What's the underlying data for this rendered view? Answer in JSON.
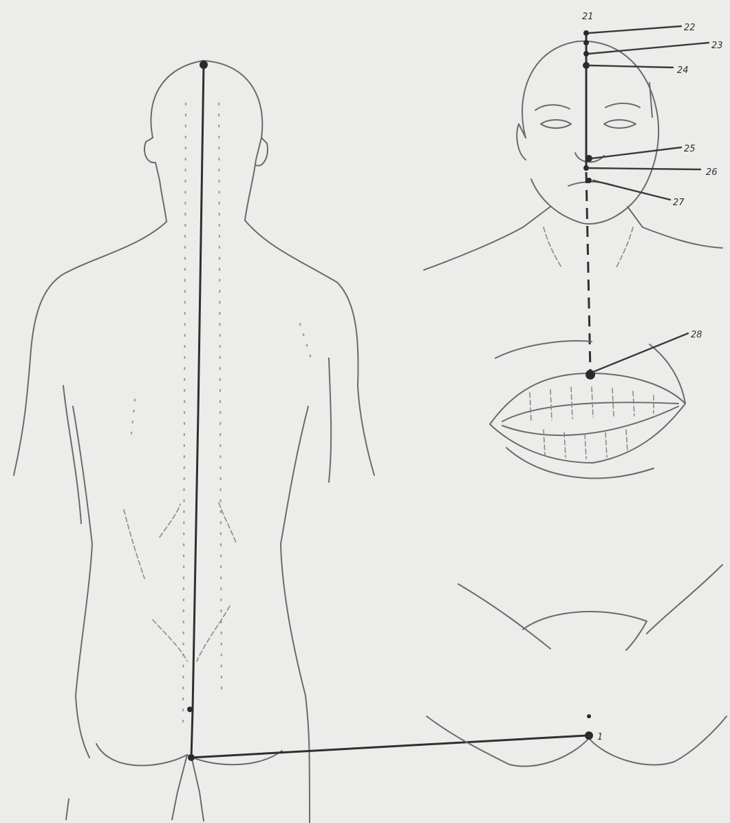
{
  "labels": {
    "p21": "21",
    "p22": "22",
    "p23": "23",
    "p24": "24",
    "p25": "25",
    "p26": "26",
    "p27": "27",
    "p28": "28",
    "p1": "1"
  },
  "colors": {
    "background": "#ecedea",
    "sketch": "#6a6a6a",
    "meridian": "#2f2f2f"
  }
}
